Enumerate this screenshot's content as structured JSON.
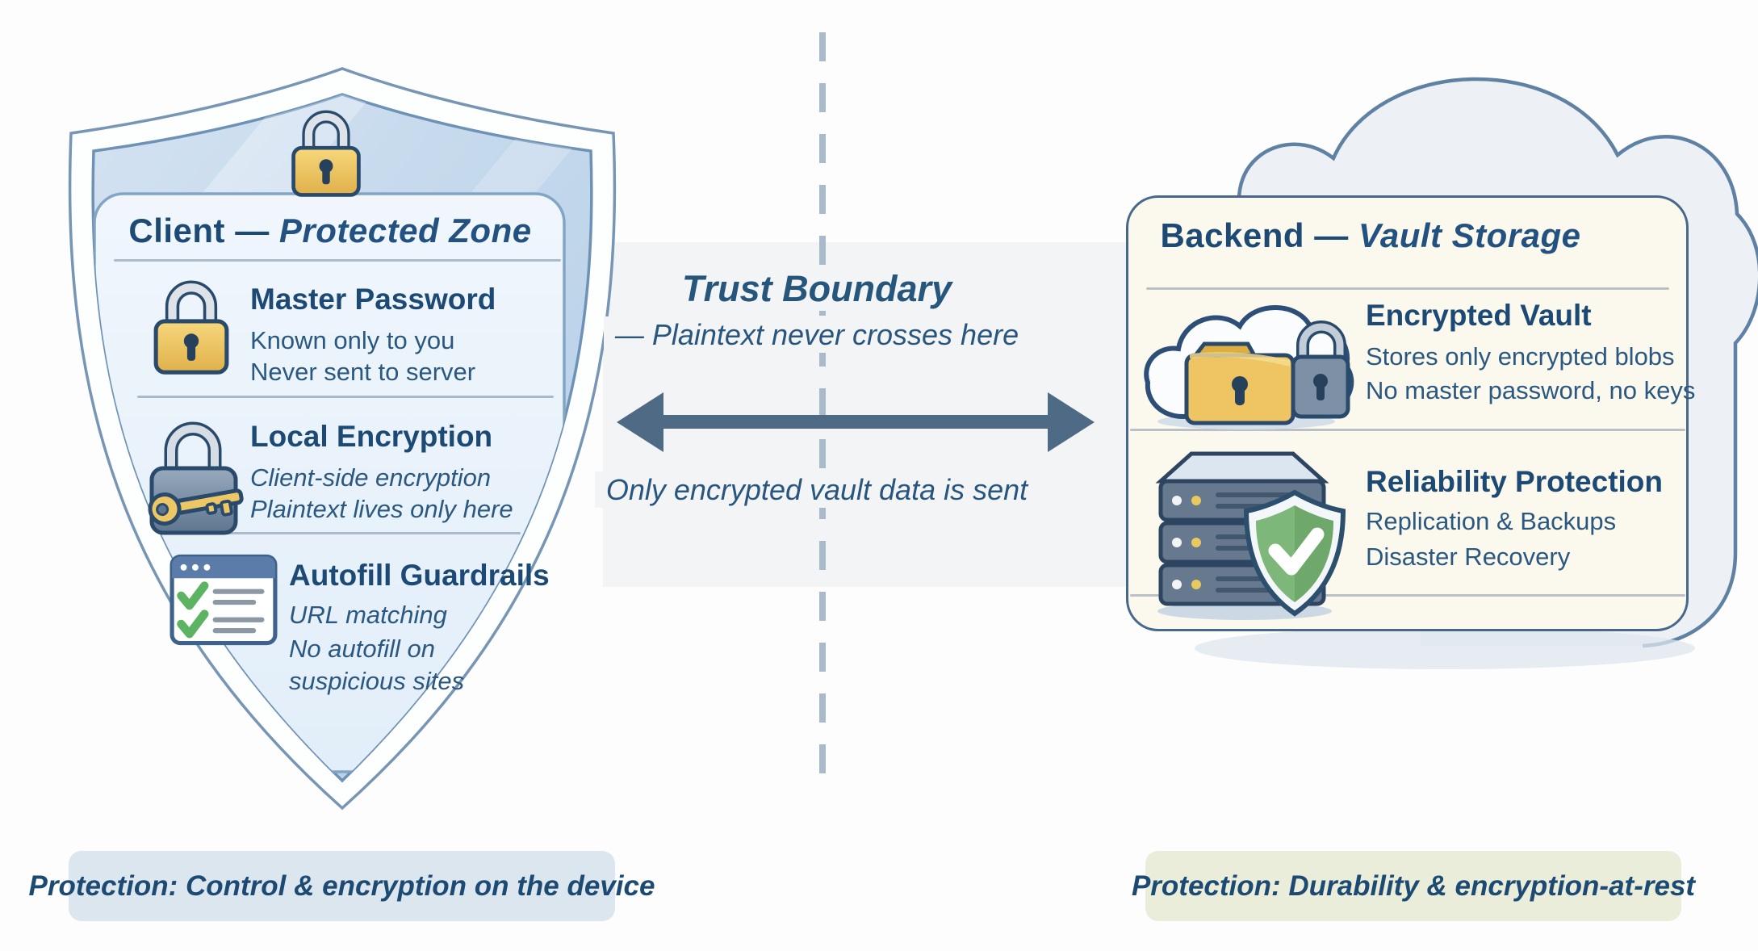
{
  "client": {
    "title_main": "Client",
    "title_sep": "—",
    "title_em": "Protected Zone",
    "sections": [
      {
        "icon": "gold-padlock-icon",
        "title": "Master Password",
        "lines": [
          "Known only to you",
          "Never sent to server"
        ]
      },
      {
        "icon": "padlock-key-icon",
        "title": "Local Encryption",
        "lines": [
          "Client-side encryption",
          "Plaintext lives only here"
        ]
      },
      {
        "icon": "checklist-browser-icon",
        "title": "Autofill Guardrails",
        "lines": [
          "URL matching",
          "No autofill on",
          "suspicious sites"
        ]
      }
    ],
    "badge": "Protection: Control & encryption on the device"
  },
  "boundary": {
    "title": "Trust Boundary",
    "subtitle": "— Plaintext never crosses here",
    "arrow_caption": "Only encrypted vault data is sent"
  },
  "backend": {
    "title_main": "Backend",
    "title_sep": "—",
    "title_em": "Vault Storage",
    "sections": [
      {
        "icon": "cloud-folder-lock-icon",
        "title": "Encrypted Vault",
        "lines": [
          "Stores only encrypted blobs",
          "No master password, no keys"
        ]
      },
      {
        "icon": "server-stack-shield-icon",
        "title": "Reliability Protection",
        "lines": [
          "Replication & Backups",
          "Disaster Recovery"
        ]
      }
    ],
    "badge": "Protection: Durability & encryption-at-rest"
  },
  "icons": [
    "shield-icon",
    "gold-padlock-icon",
    "padlock-key-icon",
    "checklist-browser-icon",
    "cloud-icon",
    "cloud-folder-lock-icon",
    "server-stack-shield-icon",
    "green-check-shield-icon",
    "double-arrow-icon",
    "dashed-boundary-line"
  ],
  "colors": {
    "title_navy": "#1c4a74",
    "body_navy": "#2b5880",
    "shield_fill": "#bcd4e9",
    "shield_stroke": "#6e92b6",
    "client_panel_bg": "#edf4fb",
    "backend_panel_bg": "#fbf9ed",
    "backend_panel_border": "#47688a",
    "cloud_fill": "#edf1f6",
    "cloud_stroke": "#5f81a4",
    "band_bg": "#f3f4f5",
    "dashed_line": "#a9bbcb",
    "arrow": "#4e6a85",
    "gold": "#e8bc55",
    "green_check": "#5cb361",
    "badge_left_bg": "#dce6ee",
    "badge_right_bg": "#e9edda"
  }
}
